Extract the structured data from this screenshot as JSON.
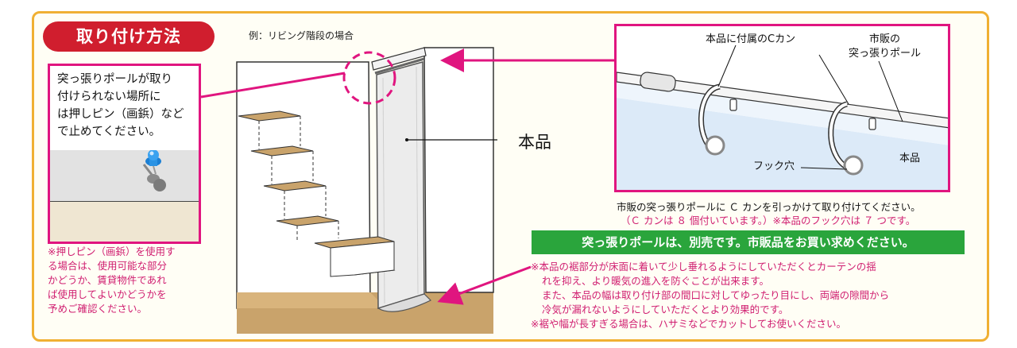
{
  "section_title": "取り付け方法",
  "example_label": "例：リビング階段の場合",
  "left_box": {
    "lines": [
      "突っ張りポールが取り",
      "付けられない場所に",
      "は押しピン（画鋲）など",
      "で止めてください。"
    ]
  },
  "left_note": {
    "lines": [
      "※押しピン（画鋲）を使用す",
      "る場合は、使用可能な部分",
      "かどうか、賃貸物件であれ",
      "ば使用してよいかどうかを",
      "予めご確認ください。"
    ]
  },
  "product_label": "本品",
  "right_box": {
    "c_ring_label": "本品に付属のCカン",
    "pole_label_line1": "市販の",
    "pole_label_line2": "突っ張りポール",
    "product_label": "本品",
    "hook_hole_label": "フック穴"
  },
  "description": {
    "line1": "市販の突っ張りポールに Ｃ カンを引っかけて取り付けてください。",
    "line2": "（Ｃ カンは ８ 個付いています。）※本品のフック穴は ７ つです。"
  },
  "banner": "突っ張りポールは、別売です。市販品をお買い求めください。",
  "notes": [
    "※本品の裾部分が床面に着いて少し垂れるようにしていただくとカーテンの揺",
    "れを抑え、より暖気の進入を防ぐことが出来ます。",
    "また、本品の幅は取り付け部の間口に対してゆったり目にし、両端の隙間から",
    "冷気が漏れないようにしていただくとより効果的です。",
    "※裾や幅が長すぎる場合は、ハサミなどでカットしてお使いください。"
  ],
  "colors": {
    "accent_red": "#d01e2e",
    "magenta": "#e0157f",
    "green": "#2aa53c",
    "frame_orange": "#f0b033"
  }
}
